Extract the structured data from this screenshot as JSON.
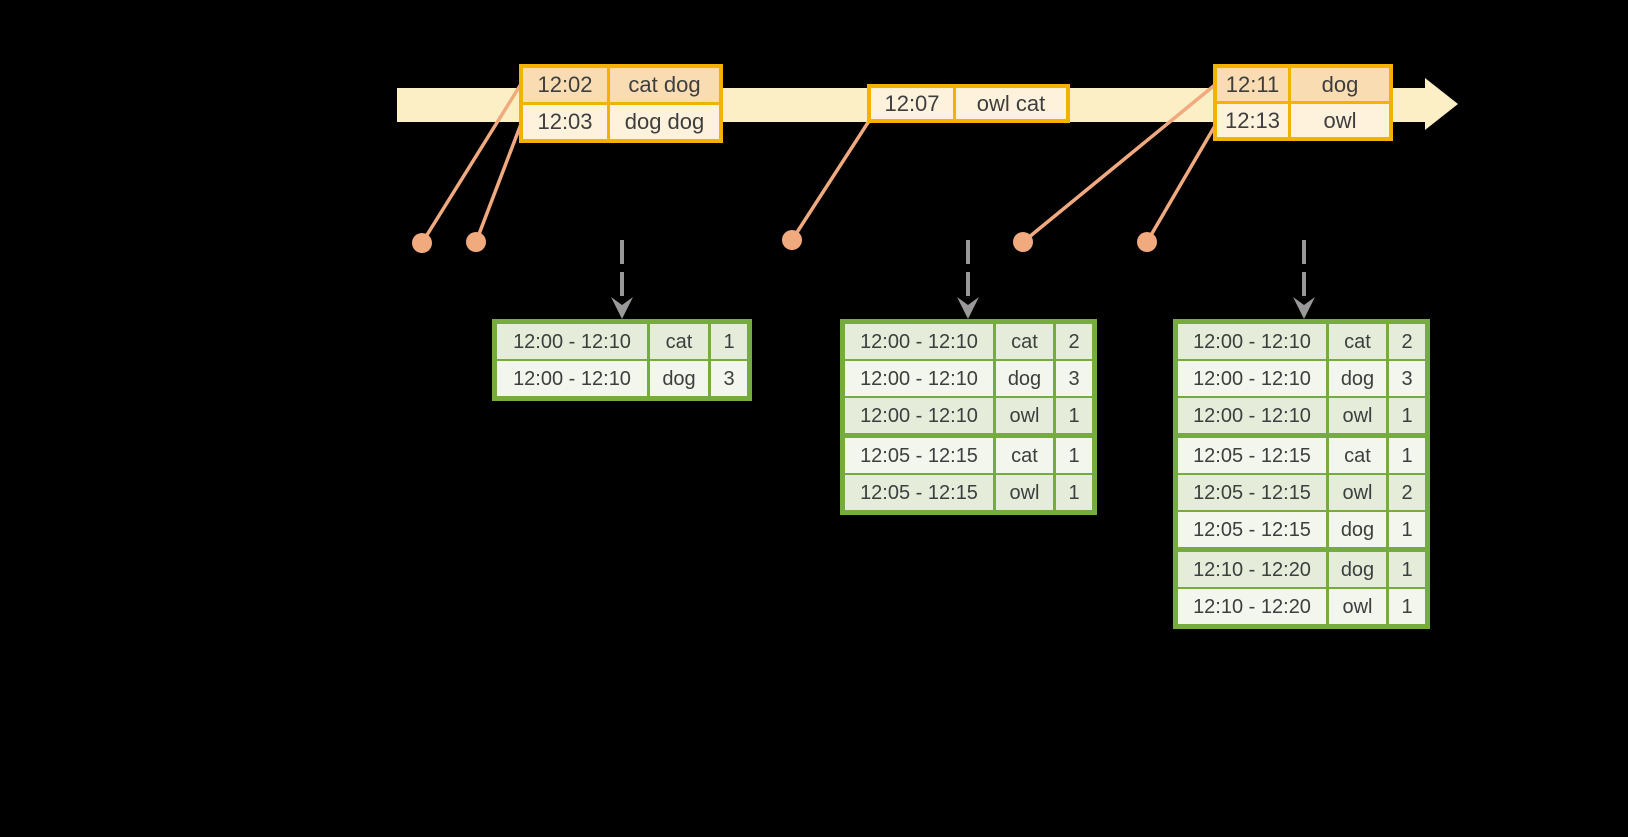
{
  "diagram": "windowed grouped aggregation over an event-time stream",
  "colors": {
    "background": "#000000",
    "timeline_fill": "#FCEFC6",
    "event_table_border": "#F2B200",
    "event_row_dark": "#FADCB3",
    "event_row_light": "#FEF2DD",
    "connector_and_dot": "#F1A97E",
    "trigger_arrow_gray": "#999999",
    "result_table_border": "#76AC3E",
    "result_row_dark": "#E5EDDA",
    "result_row_light": "#F2F6EC",
    "table_text": "#3E3E3E"
  },
  "icons": {
    "timeline_arrow": "pale-yellow right-pointing arrow band",
    "event_dot": "salmon filled circle marking event time on the axis",
    "down_arrow": "gray dashed arrow with chevron head pointing at a result table"
  },
  "event_tables": [
    {
      "rows": [
        {
          "time": "12:02",
          "words": "cat dog"
        },
        {
          "time": "12:03",
          "words": "dog dog"
        }
      ]
    },
    {
      "rows": [
        {
          "time": "12:07",
          "words": "owl cat"
        }
      ]
    },
    {
      "rows": [
        {
          "time": "12:11",
          "words": "dog"
        },
        {
          "time": "12:13",
          "words": "owl"
        }
      ]
    }
  ],
  "result_tables": [
    {
      "rows": [
        {
          "window": "12:00 - 12:10",
          "word": "cat",
          "count": "1"
        },
        {
          "window": "12:00 - 12:10",
          "word": "dog",
          "count": "3"
        }
      ]
    },
    {
      "rows": [
        {
          "window": "12:00 - 12:10",
          "word": "cat",
          "count": "2"
        },
        {
          "window": "12:00 - 12:10",
          "word": "dog",
          "count": "3"
        },
        {
          "window": "12:00 - 12:10",
          "word": "owl",
          "count": "1"
        },
        {
          "window": "12:05 - 12:15",
          "word": "cat",
          "count": "1"
        },
        {
          "window": "12:05 - 12:15",
          "word": "owl",
          "count": "1"
        }
      ]
    },
    {
      "rows": [
        {
          "window": "12:00 - 12:10",
          "word": "cat",
          "count": "2"
        },
        {
          "window": "12:00 - 12:10",
          "word": "dog",
          "count": "3"
        },
        {
          "window": "12:00 - 12:10",
          "word": "owl",
          "count": "1"
        },
        {
          "window": "12:05 - 12:15",
          "word": "cat",
          "count": "1"
        },
        {
          "window": "12:05 - 12:15",
          "word": "owl",
          "count": "2"
        },
        {
          "window": "12:05 - 12:15",
          "word": "dog",
          "count": "1"
        },
        {
          "window": "12:10 - 12:20",
          "word": "dog",
          "count": "1"
        },
        {
          "window": "12:10 - 12:20",
          "word": "owl",
          "count": "1"
        }
      ]
    }
  ]
}
